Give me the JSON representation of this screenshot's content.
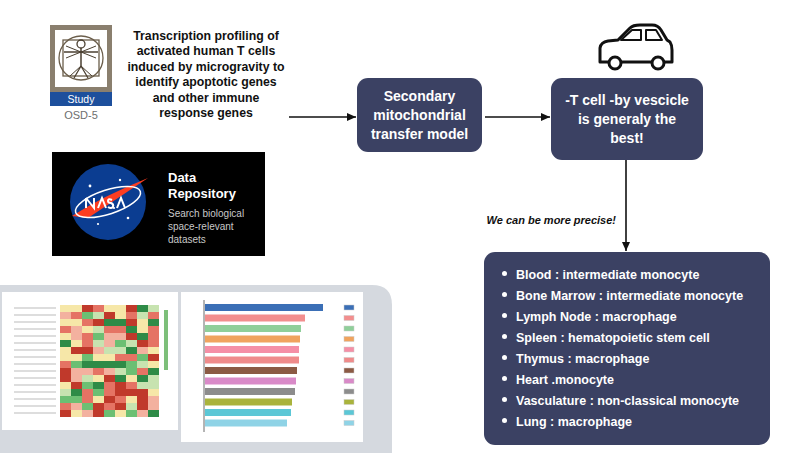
{
  "diagram": {
    "nodes": [
      {
        "text": [
          "Study",
          "OSD-5"
        ]
      },
      {
        "text": [
          "Transcription profiling of activated human T cells induced by microgravity to identify apoptotic genes and other immune response genes"
        ]
      },
      {
        "text": [
          "Data Repository",
          "Search biological space-relevant datasets"
        ]
      },
      {
        "text": [
          "Secondary mitochondrial transfer model"
        ]
      },
      {
        "text": [
          "-T cell -by vescicle is generaly the best!"
        ]
      },
      {
        "text": [
          "Blood : intermediate monocyte",
          "Bone Marrow : intermediate monocyte",
          "Lymph Node : macrophage",
          "Spleen : hematopoietic stem cell",
          "Thymus : macrophage",
          "Heart .monocyte",
          "Vasculature : non-classical monocyte",
          "Lung : macrophage"
        ]
      }
    ],
    "edges": [
      {
        "from": 1,
        "to": 3,
        "arrow": "to"
      },
      {
        "from": 3,
        "to": 4,
        "arrow": "to"
      },
      {
        "from": 4,
        "to": 5,
        "arrow": "to"
      }
    ],
    "labels": [
      "We can be more precise!"
    ]
  }
}
